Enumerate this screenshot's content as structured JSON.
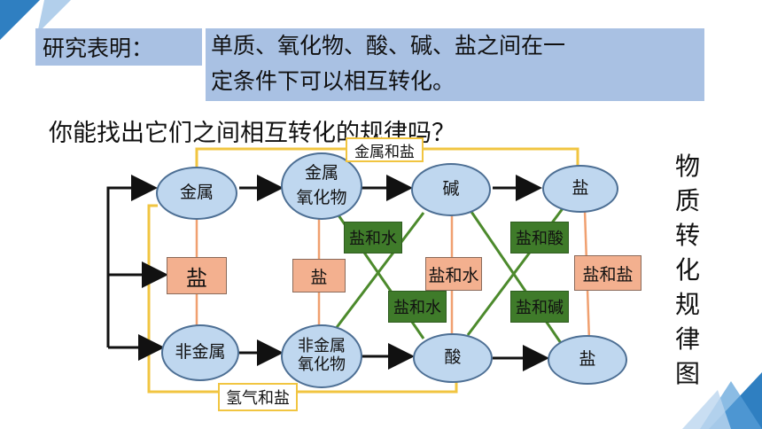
{
  "intro": {
    "label": "研究表明：",
    "statement_line1": "单质、氧化物、酸、碱、盐之间在一",
    "statement_line2": "定条件下可以相互转化。"
  },
  "question": "你能找出它们之间相互转化的规律吗？",
  "side_title": [
    "物",
    "质",
    "转",
    "化",
    "规",
    "律",
    "图"
  ],
  "nodes": {
    "metal": "金属",
    "metal_oxide_line1": "金属",
    "metal_oxide_line2": "氧化物",
    "base": "碱",
    "salt_top": "盐",
    "nonmetal": "非金属",
    "nonmetal_oxide_line1": "非金属",
    "nonmetal_oxide_line2": "氧化物",
    "acid": "酸",
    "salt_bottom": "盐"
  },
  "boxes": {
    "salt_left": "盐",
    "salt_mid": "盐",
    "salt_water_center": "盐和水",
    "salt_salt_right": "盐和盐",
    "green_salt_water_1": "盐和水",
    "green_salt_water_2": "盐和水",
    "green_salt_acid": "盐和酸",
    "green_salt_base": "盐和碱",
    "metal_and_salt": "金属和盐",
    "hydrogen_and_salt": "氢气和盐"
  },
  "colors": {
    "blue_label": "#a9c1e3",
    "node_fill": "#bfd7ef",
    "node_border": "#4d6f94",
    "salmon": "#f3b08f",
    "green": "#3f7b2a",
    "green_line": "#4c8a2c",
    "yellow_line": "#f1c541",
    "orange_line": "#f0a070",
    "corner_blue": "#2f7fc1"
  }
}
